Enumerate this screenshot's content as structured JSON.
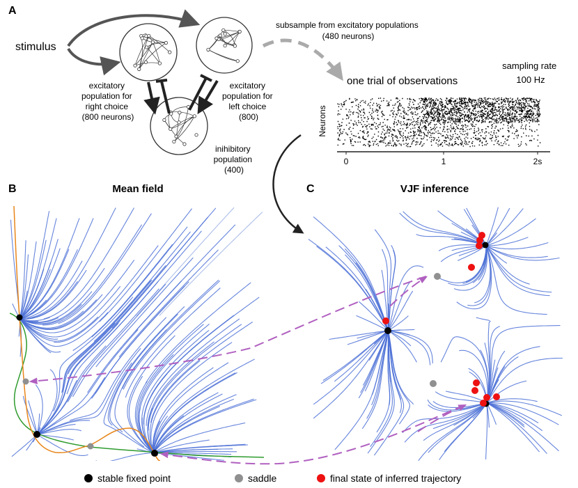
{
  "panels": {
    "a": {
      "letter": "A",
      "stimulus": "stimulus",
      "subsample": "subsample from excitatory populations",
      "subsample_count": "(480 neurons)",
      "exc_right": [
        "excitatory",
        "population for",
        "right choice",
        "(800 neurons)"
      ],
      "exc_left": [
        "excitatory",
        "population for",
        "left choice",
        "(800)"
      ],
      "inhib": [
        "inihibitory",
        "population",
        "(400)"
      ],
      "raster_title": "one trial of observations",
      "sampling_rate": [
        "sampling rate",
        "100 Hz"
      ],
      "raster_ylabel": "Neurons",
      "raster_ticks": [
        "0",
        "1",
        "2s"
      ]
    },
    "b": {
      "letter": "B",
      "title": "Mean field"
    },
    "c": {
      "letter": "C",
      "title": "VJF inference"
    }
  },
  "legend": {
    "stable": "stable fixed point",
    "saddle": "saddle",
    "final": "final state of inferred trajectory"
  },
  "colors": {
    "stable": "#000000",
    "saddle": "#909090",
    "final": "#ee1111",
    "flow": "#4a6fd6",
    "flow_hot": "#d2502a",
    "nullcline_a": "#2e9b2e",
    "nullcline_b": "#e8861a",
    "trajectory": "#b060c0",
    "arrow": "#555555"
  }
}
